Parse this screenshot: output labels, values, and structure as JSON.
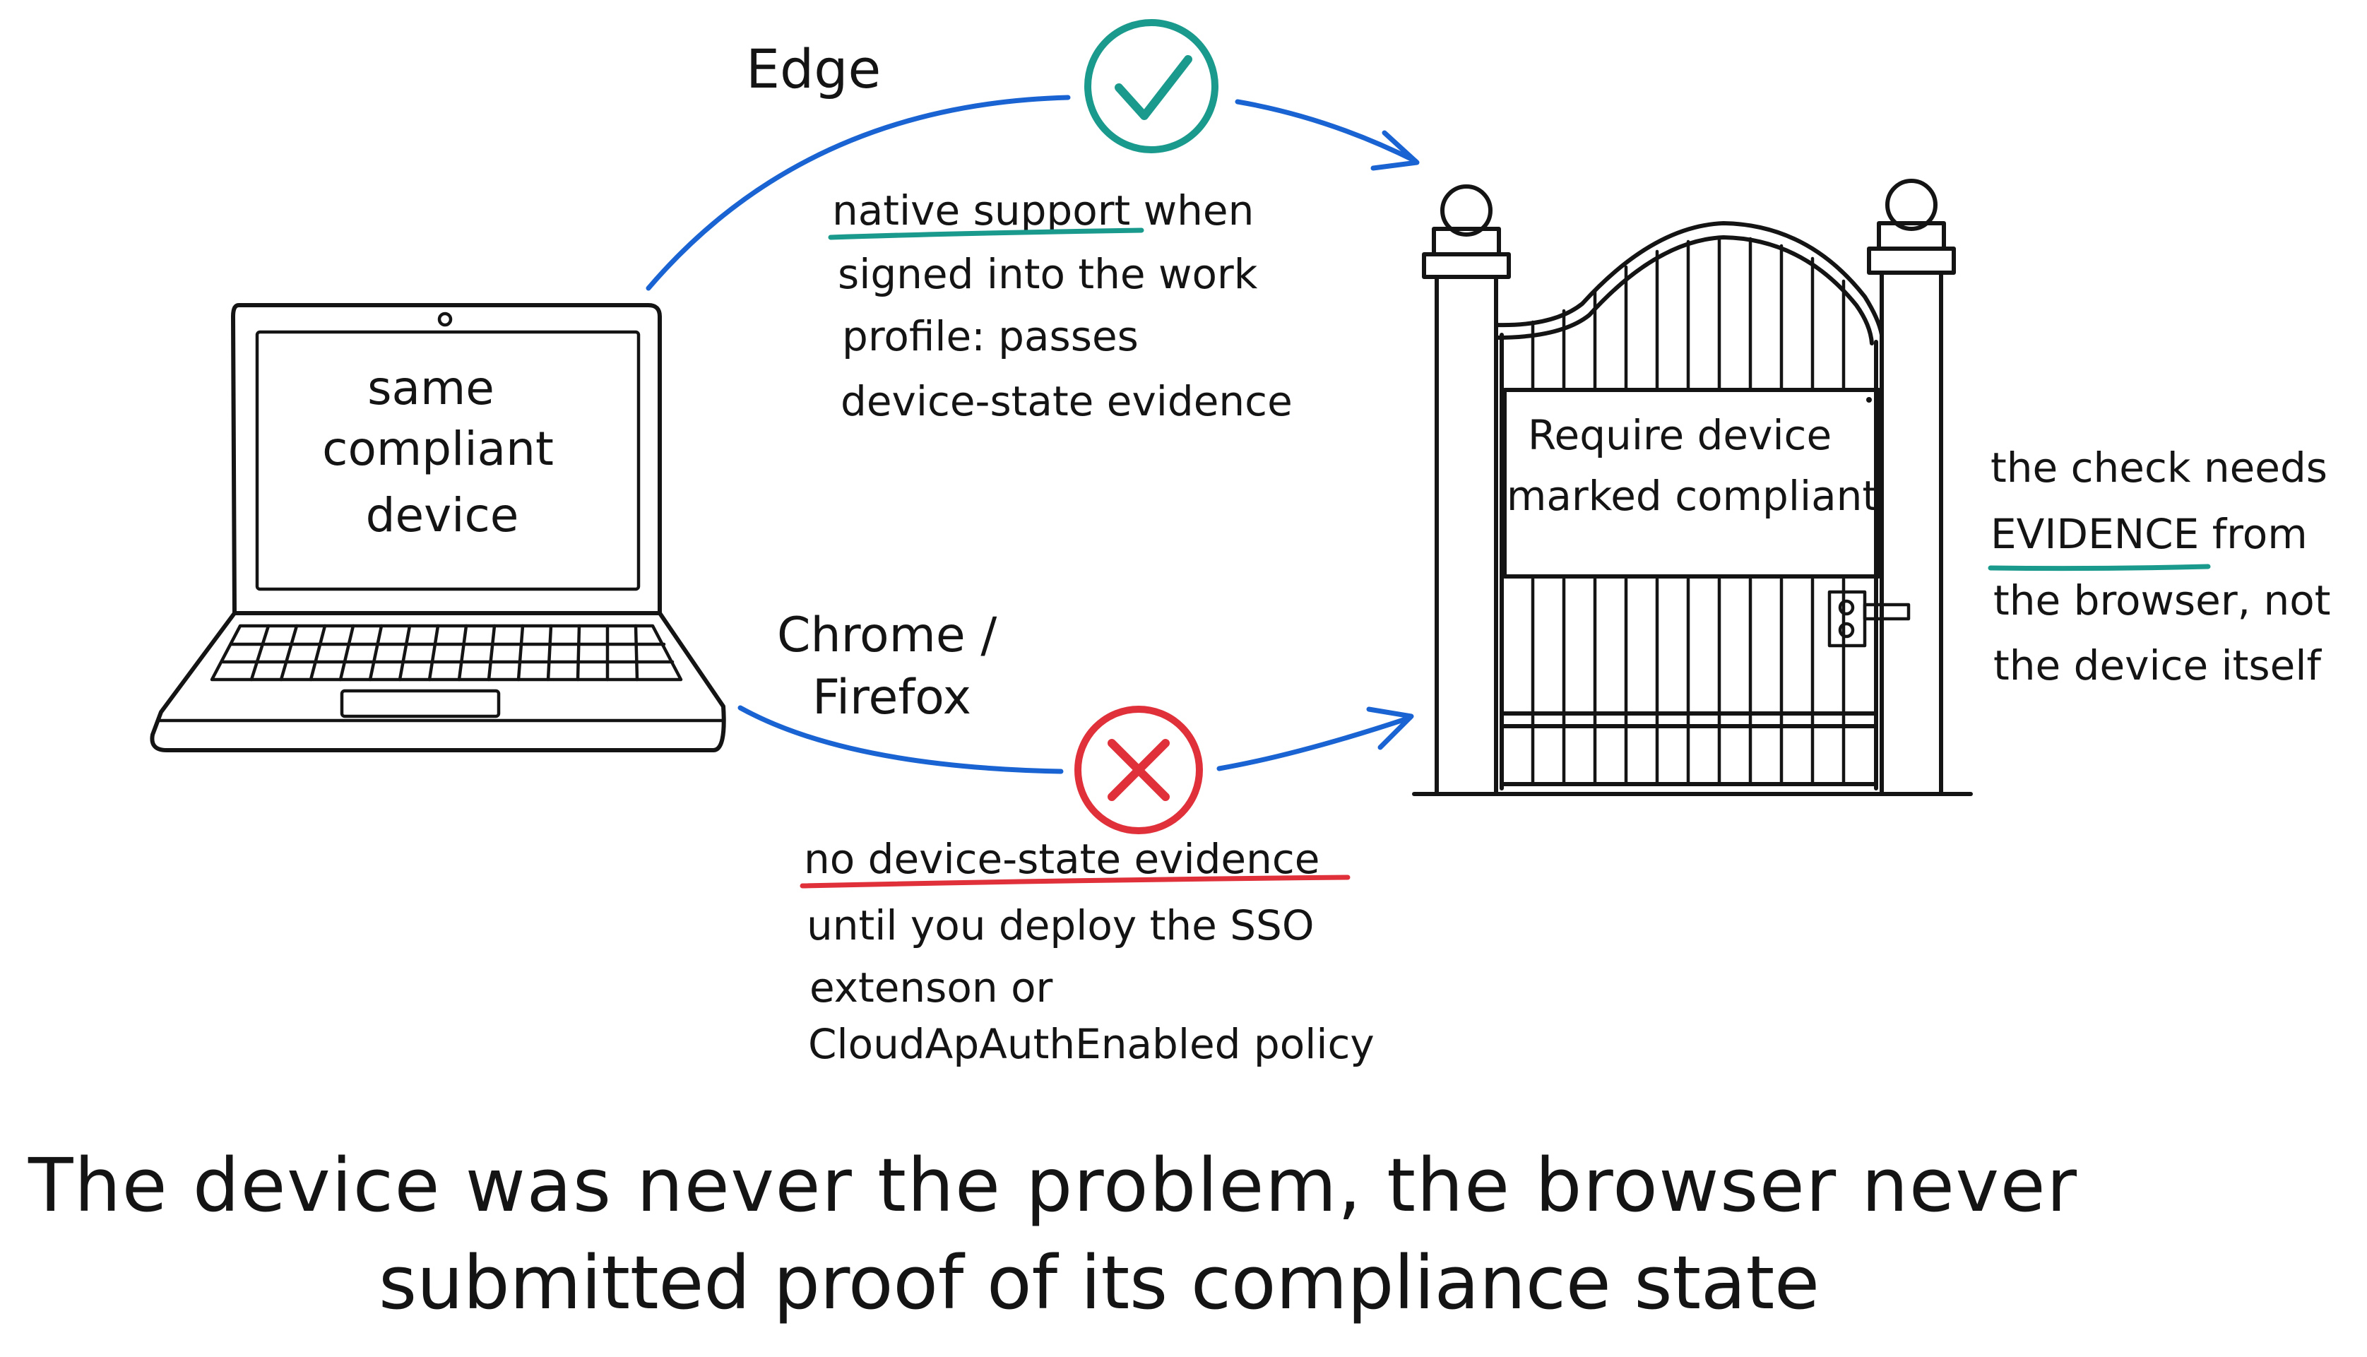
{
  "colors": {
    "ink": "#141414",
    "arrow_blue": "#1a63d3",
    "teal": "#1a9a8c",
    "red": "#e0313b",
    "background": "#ffffff"
  },
  "laptop": {
    "screen_text": [
      "same",
      "compliant",
      "device"
    ]
  },
  "edge_path": {
    "browser_label": "Edge",
    "status_icon": "checkmark-icon",
    "note_highlight": "native support",
    "note_lines": [
      " when",
      "signed into the work",
      "profile: passes",
      "device-state evidence"
    ]
  },
  "chrome_path": {
    "browser_label_lines": [
      "Chrome /",
      "Firefox"
    ],
    "status_icon": "cross-icon",
    "note_highlight": "no device-state evidence",
    "note_lines": [
      "until you deploy the SSO",
      "extenson or",
      "CloudApAuthEnabled policy"
    ]
  },
  "gate": {
    "sign_lines": [
      "Require device",
      "marked compliant"
    ]
  },
  "side_note": {
    "line1": "the check needs",
    "highlight": "EVIDENCE",
    "line2_rest": " from",
    "line3": "the browser, not",
    "line4": "the device itself"
  },
  "caption": {
    "line1": "The device was never the problem, the browser never",
    "line2": "submitted proof of its compliance state"
  }
}
